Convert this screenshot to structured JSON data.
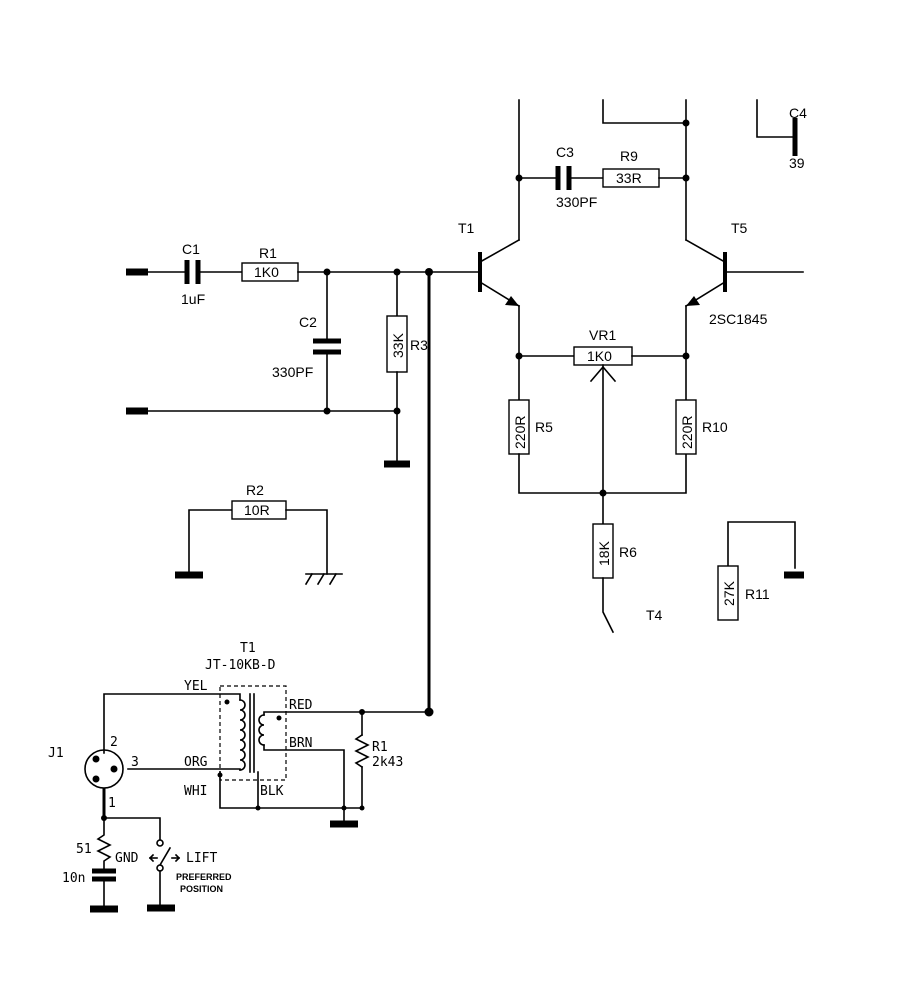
{
  "labels": {
    "c1": "C1",
    "c1_val": "1uF",
    "r1": "R1",
    "r1_val": "1K0",
    "c2": "C2",
    "c2_val": "330PF",
    "r3": "R3",
    "r3_val": "33K",
    "r2": "R2",
    "r2_val": "10R",
    "c3": "C3",
    "c3_val": "330PF",
    "r9": "R9",
    "r9_val": "33R",
    "t1": "T1",
    "t5": "T5",
    "t5_part": "2SC1845",
    "vr1": "VR1",
    "vr1_val": "1K0",
    "r5": "R5",
    "r5_val": "220R",
    "r10": "R10",
    "r10_val": "220R",
    "r6": "R6",
    "r6_val": "18K",
    "t4": "T4",
    "r11": "R11",
    "r11_val": "27K",
    "c4_partial": "C4",
    "c4_val_partial": "39",
    "xfmr": "T1",
    "xfmr_part": "JT-10KB-D",
    "yel": "YEL",
    "org": "ORG",
    "whi": "WHI",
    "blk": "BLK",
    "red": "RED",
    "brn": "BRN",
    "r1b": "R1",
    "r1b_val": "2k43",
    "j1": "J1",
    "pin1": "1",
    "pin2": "2",
    "pin3": "3",
    "r51": "51",
    "c10n": "10n",
    "gnd": "GND",
    "lift": "LIFT",
    "preferred1": "PREFERRED",
    "preferred2": "POSITION"
  }
}
